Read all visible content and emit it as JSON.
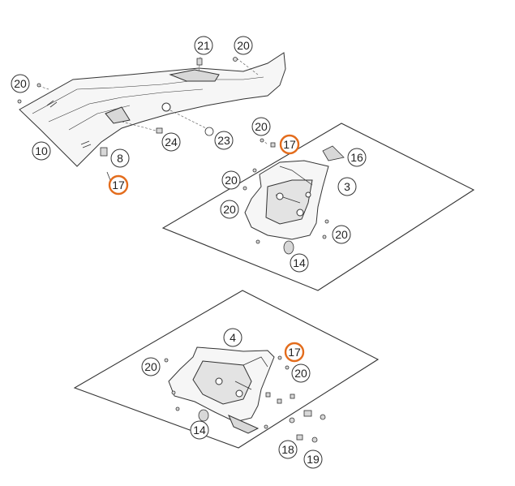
{
  "colors": {
    "outline": "#333333",
    "highlight": "#e36c1c",
    "text": "#222222",
    "part_fill": "#f6f6f6",
    "part_shade": "#d8d8d8"
  },
  "callouts": [
    {
      "id": "c21-top",
      "label": "21",
      "highlight": false
    },
    {
      "id": "c20-top",
      "label": "20",
      "highlight": false
    },
    {
      "id": "c20-left",
      "label": "20",
      "highlight": false
    },
    {
      "id": "c10",
      "label": "10",
      "highlight": false
    },
    {
      "id": "c8",
      "label": "8",
      "highlight": false
    },
    {
      "id": "c17-left",
      "label": "17",
      "highlight": true
    },
    {
      "id": "c24",
      "label": "24",
      "highlight": false
    },
    {
      "id": "c23",
      "label": "23",
      "highlight": false
    },
    {
      "id": "c20-mid",
      "label": "20",
      "highlight": false
    },
    {
      "id": "c17-mid",
      "label": "17",
      "highlight": true
    },
    {
      "id": "c16",
      "label": "16",
      "highlight": false
    },
    {
      "id": "c20-mid2",
      "label": "20",
      "highlight": false
    },
    {
      "id": "c3",
      "label": "3",
      "highlight": false
    },
    {
      "id": "c20-mid3",
      "label": "20",
      "highlight": false
    },
    {
      "id": "c20-mid4",
      "label": "20",
      "highlight": false
    },
    {
      "id": "c14-mid",
      "label": "14",
      "highlight": false
    },
    {
      "id": "c4",
      "label": "4",
      "highlight": false
    },
    {
      "id": "c17-low",
      "label": "17",
      "highlight": true
    },
    {
      "id": "c20-low-left",
      "label": "20",
      "highlight": false
    },
    {
      "id": "c20-low-right",
      "label": "20",
      "highlight": false
    },
    {
      "id": "c14-low",
      "label": "14",
      "highlight": false
    },
    {
      "id": "c18",
      "label": "18",
      "highlight": false
    },
    {
      "id": "c19",
      "label": "19",
      "highlight": false
    }
  ]
}
